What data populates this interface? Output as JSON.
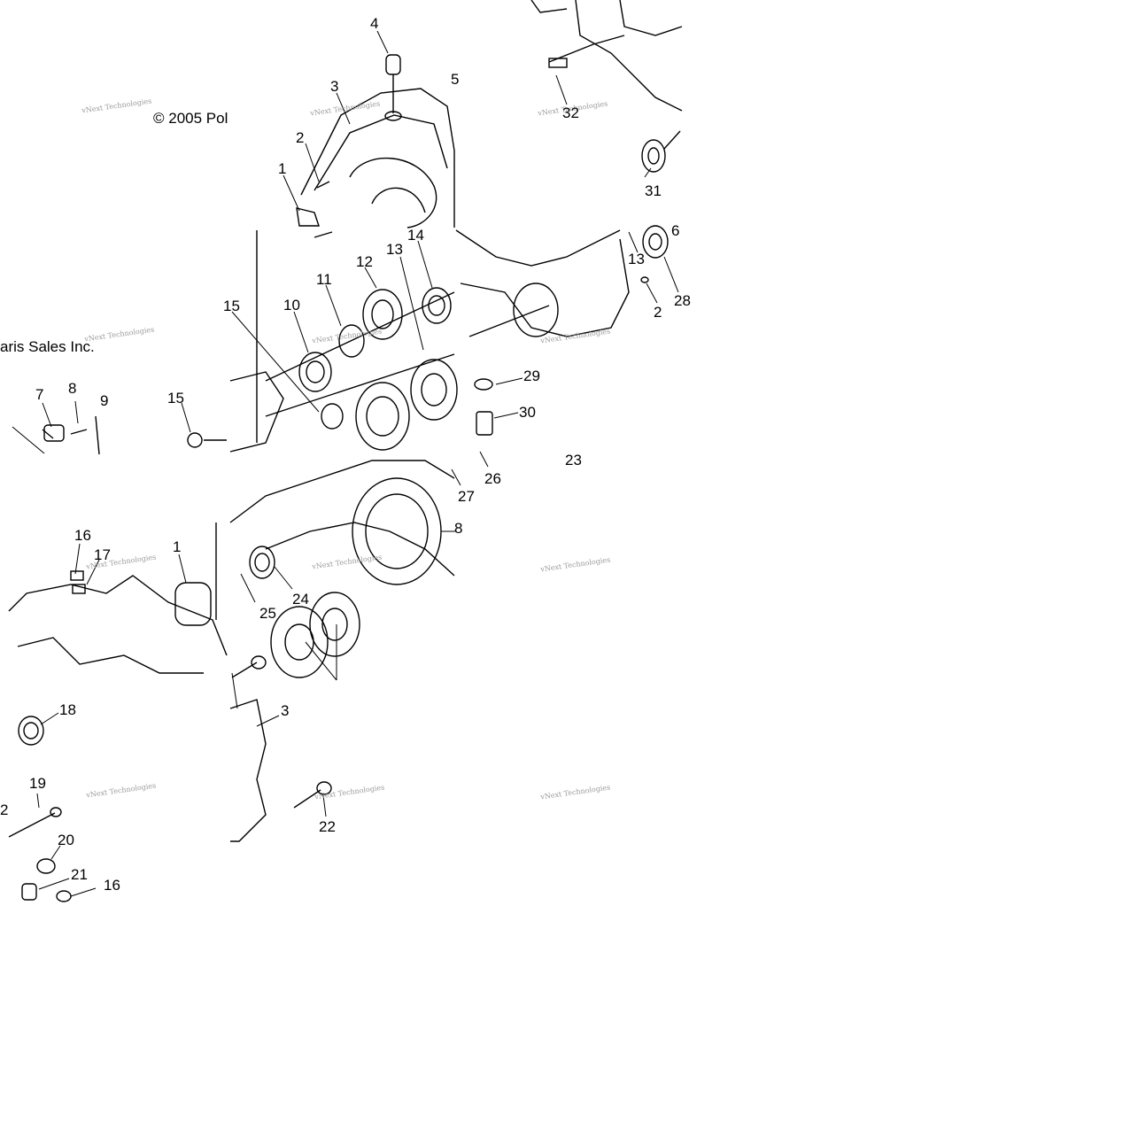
{
  "captions": {
    "copyright": "© 2005 Pol",
    "sales": "aris Sales Inc."
  },
  "watermark_text": "vNext Technologies",
  "callouts": [
    "4",
    "3",
    "5",
    "2",
    "1",
    "32",
    "31",
    "14",
    "13",
    "12",
    "11",
    "10",
    "15",
    "13",
    "2",
    "28",
    "6",
    "29",
    "30",
    "7",
    "8",
    "9",
    "15",
    "23",
    "26",
    "27",
    "8",
    "16",
    "17",
    "1",
    "25",
    "24",
    "18",
    "3",
    "19",
    "20",
    "21",
    "16",
    "22",
    "2"
  ]
}
